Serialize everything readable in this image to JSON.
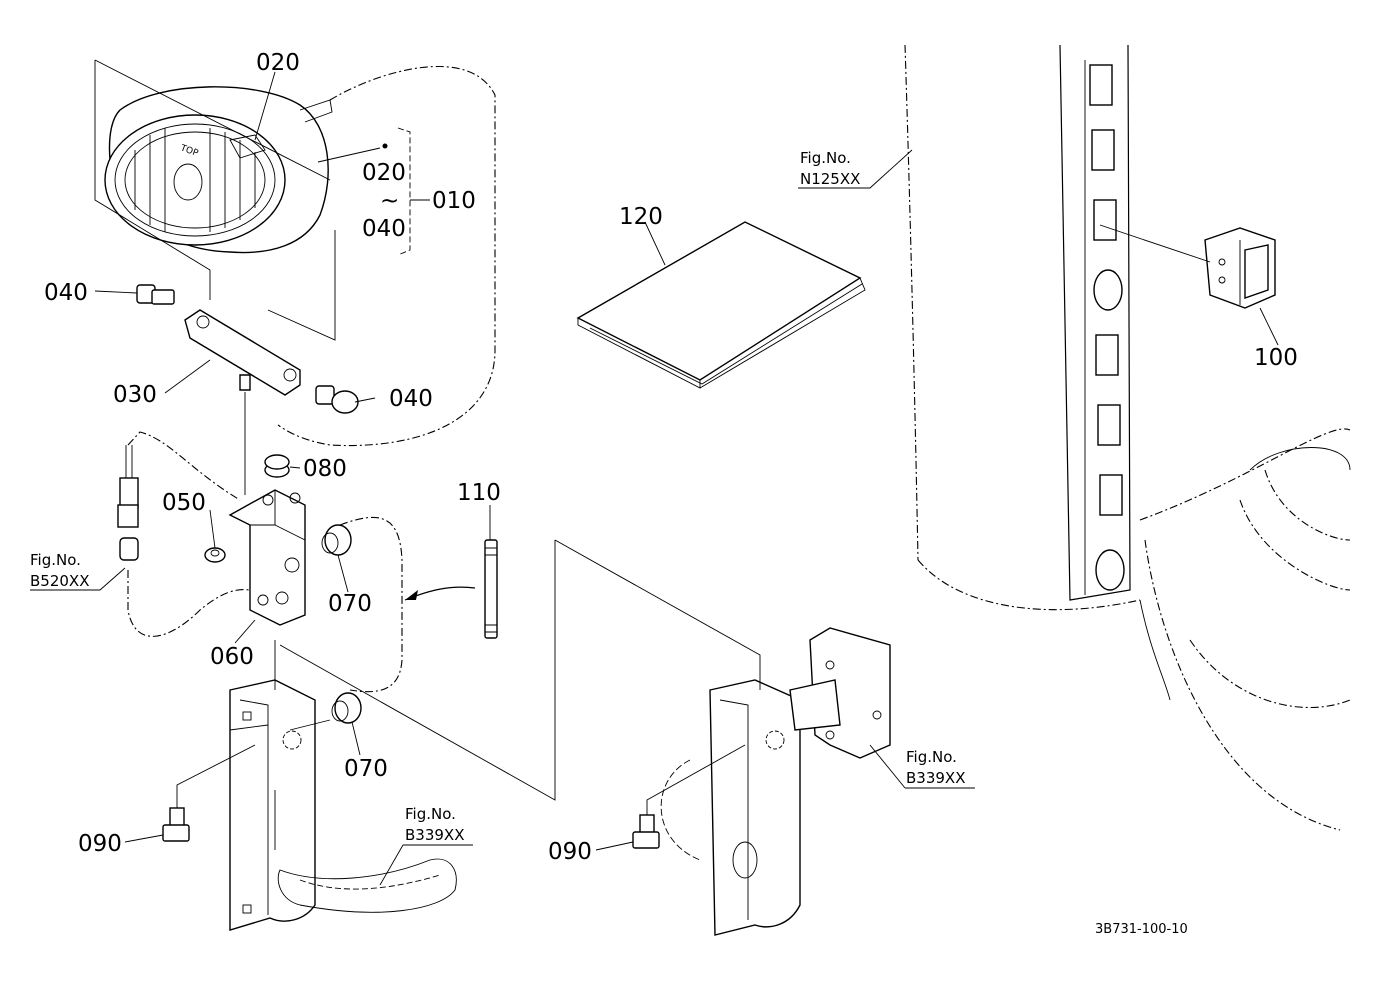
{
  "labels": {
    "p020_top": "020",
    "p020_range": "020",
    "range_tilde": "~",
    "p040_range": "040",
    "p010": "010",
    "p040_left": "040",
    "p040_right": "040",
    "p030": "030",
    "p080": "080",
    "p050": "050",
    "p060": "060",
    "p070_a": "070",
    "p070_b": "070",
    "p110": "110",
    "p120": "120",
    "p100": "100",
    "p090_left": "090",
    "p090_right": "090"
  },
  "fig_refs": {
    "n125_title": "Fig.No.",
    "n125_code": "N125XX",
    "b520_title": "Fig.No.",
    "b520_code": "B520XX",
    "b339_left_title": "Fig.No.",
    "b339_left_code": "B339XX",
    "b339_right_title": "Fig.No.",
    "b339_right_code": "B339XX"
  },
  "lamp_marking": "TOP",
  "drawing_code": "3B731-100-10"
}
